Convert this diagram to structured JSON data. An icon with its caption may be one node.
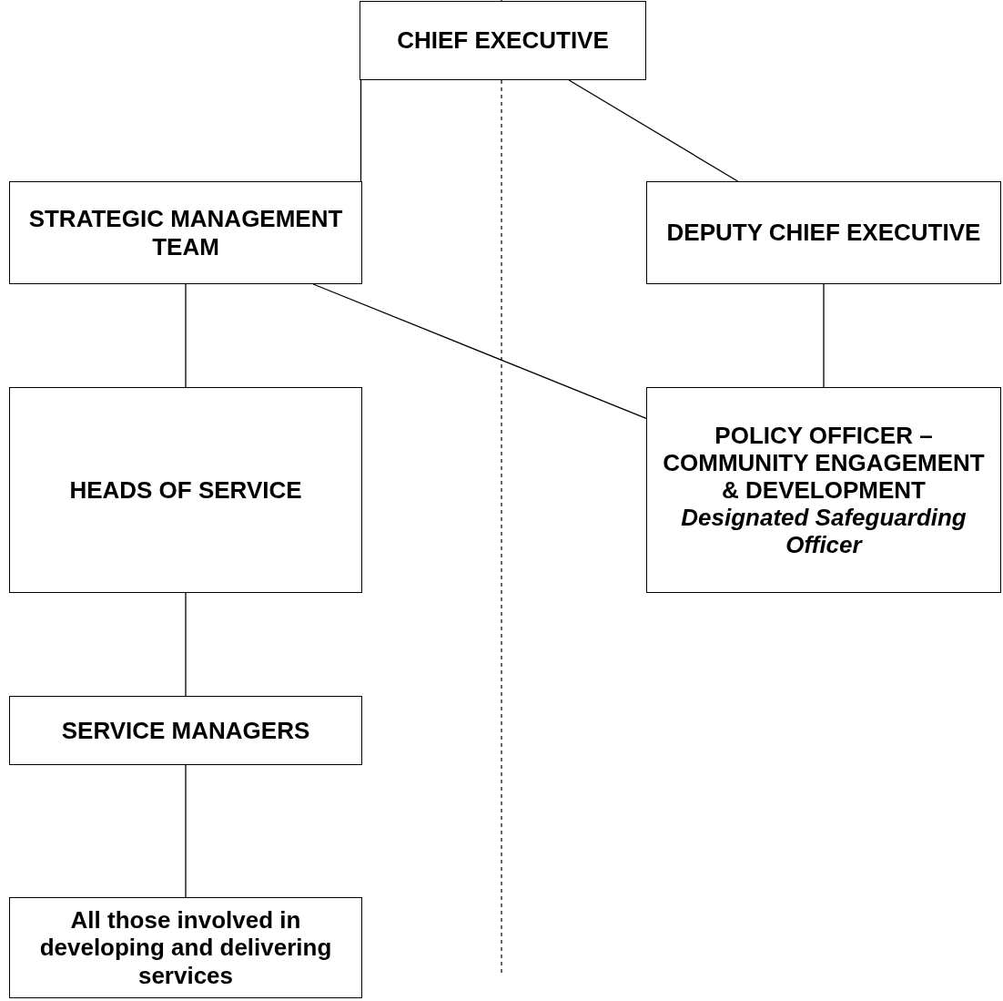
{
  "diagram": {
    "nodes": [
      {
        "text": [
          "CHIEF EXECUTIVE"
        ]
      },
      {
        "text": [
          "STRATEGIC MANAGEMENT TEAM"
        ]
      },
      {
        "text": [
          "DEPUTY CHIEF EXECUTIVE"
        ]
      },
      {
        "text": [
          "HEADS OF SERVICE"
        ]
      },
      {
        "text": [
          "POLICY OFFICER – COMMUNITY ENGAGEMENT & DEVELOPMENT",
          "Designated Safeguarding Officer"
        ]
      },
      {
        "text": [
          "SERVICE MANAGERS"
        ]
      },
      {
        "text": [
          "All those involved in developing and delivering services"
        ]
      }
    ],
    "edges": [
      {
        "from": 0,
        "to": 1,
        "arrow": "none"
      },
      {
        "from": 0,
        "to": 2,
        "arrow": "none"
      },
      {
        "from": 1,
        "to": 3,
        "arrow": "none"
      },
      {
        "from": 1,
        "to": 4,
        "arrow": "none"
      },
      {
        "from": 2,
        "to": 4,
        "arrow": "none"
      },
      {
        "from": 3,
        "to": 5,
        "arrow": "none"
      },
      {
        "from": 5,
        "to": 6,
        "arrow": "none"
      }
    ]
  }
}
